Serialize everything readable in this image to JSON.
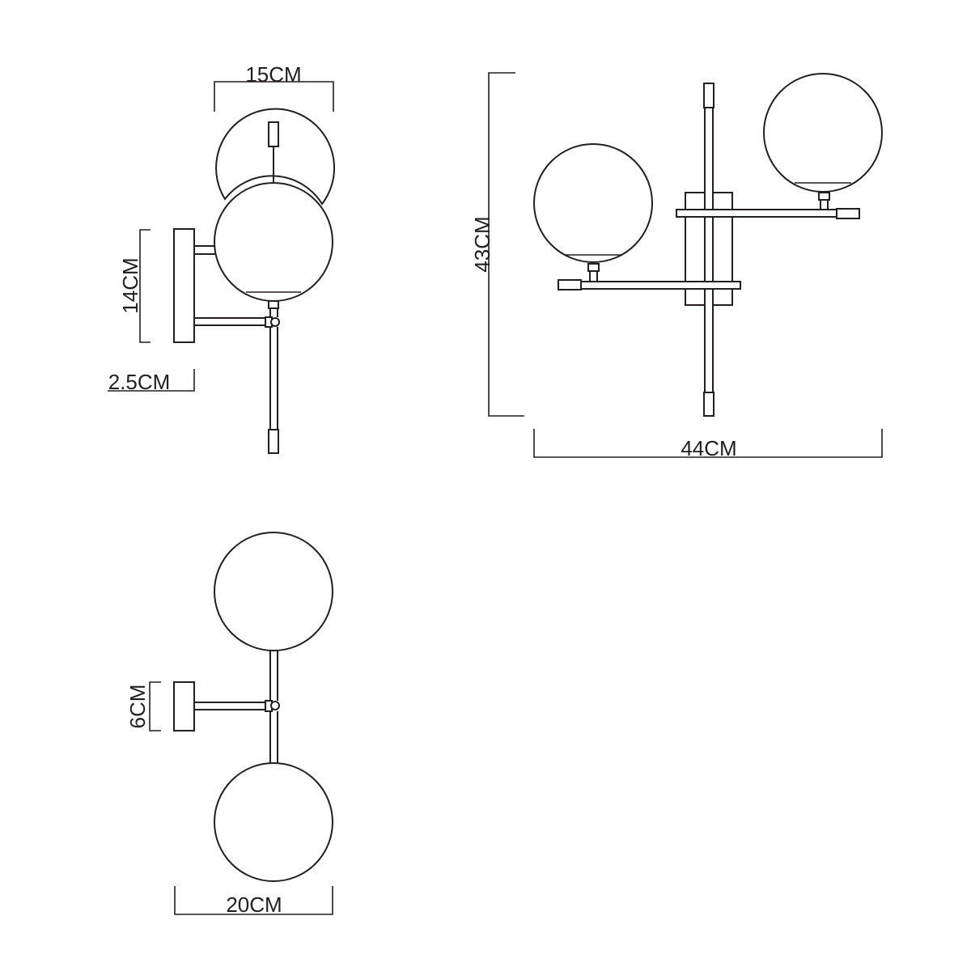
{
  "dimensions": {
    "side_width": "15CM",
    "side_height": "14CM",
    "side_depth": "2.5CM",
    "front_height": "43CM",
    "front_width": "44CM",
    "top_base": "6CM",
    "top_width": "20CM"
  }
}
